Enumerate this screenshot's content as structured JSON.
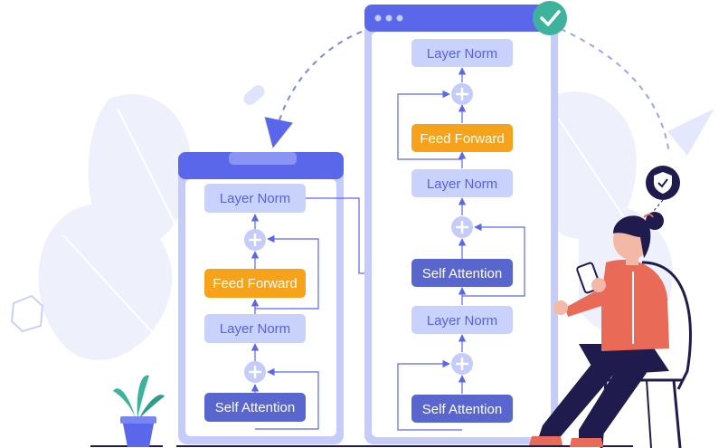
{
  "left_window": {
    "blocks": [
      {
        "label": "Layer Norm"
      },
      {
        "label": "Feed Forward"
      },
      {
        "label": "Layer Norm"
      },
      {
        "label": "Self Attention"
      }
    ]
  },
  "right_window": {
    "blocks": [
      {
        "label": "Layer Norm"
      },
      {
        "label": "Feed Forward"
      },
      {
        "label": "Layer Norm"
      },
      {
        "label": "Self Attention"
      },
      {
        "label": "Layer Norm"
      },
      {
        "label": "Self Attention"
      }
    ]
  },
  "badges": {
    "check_icon": "check-icon",
    "shield_icon": "shield-check-icon"
  },
  "colors": {
    "window_bg": "#ffffff",
    "window_border": "#c5ccfa",
    "window_header": "#5b67ea",
    "layer_norm": "#c9d2fb",
    "layer_norm_text": "#5562e6",
    "feed_forward": "#f6a21b",
    "self_attention": "#5966cd",
    "plus_circle": "#c5ccfa",
    "arrow": "#5b67ea",
    "check_badge": "#3db39e",
    "person_top": "#e86a57",
    "person_pants": "#1f1b4d"
  }
}
